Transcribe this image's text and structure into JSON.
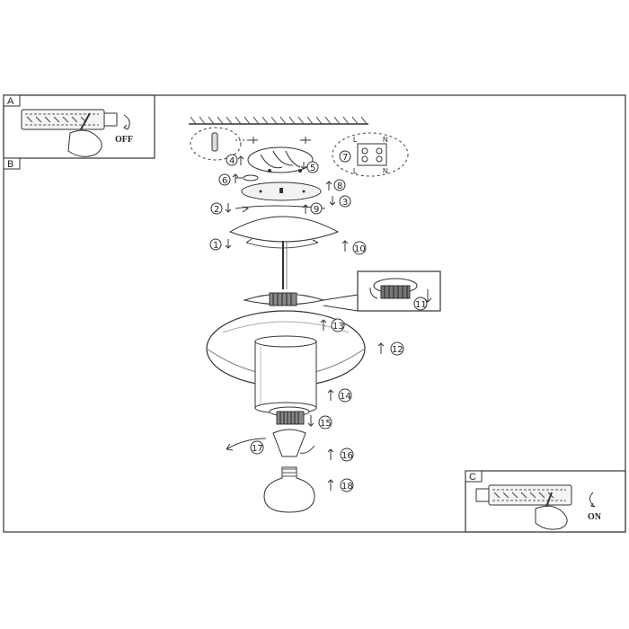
{
  "panels": {
    "a": {
      "letter": "A",
      "action": "OFF"
    },
    "b": {
      "letter": "B"
    },
    "c": {
      "letter": "C",
      "action": "ON"
    }
  },
  "terminal_block": {
    "top": [
      "L",
      "N"
    ],
    "bottom": [
      "L",
      "N"
    ]
  },
  "steps": [
    "1",
    "2",
    "3",
    "4",
    "5",
    "6",
    "7",
    "8",
    "9",
    "10",
    "11",
    "12",
    "13",
    "14",
    "15",
    "16",
    "17",
    "18"
  ]
}
